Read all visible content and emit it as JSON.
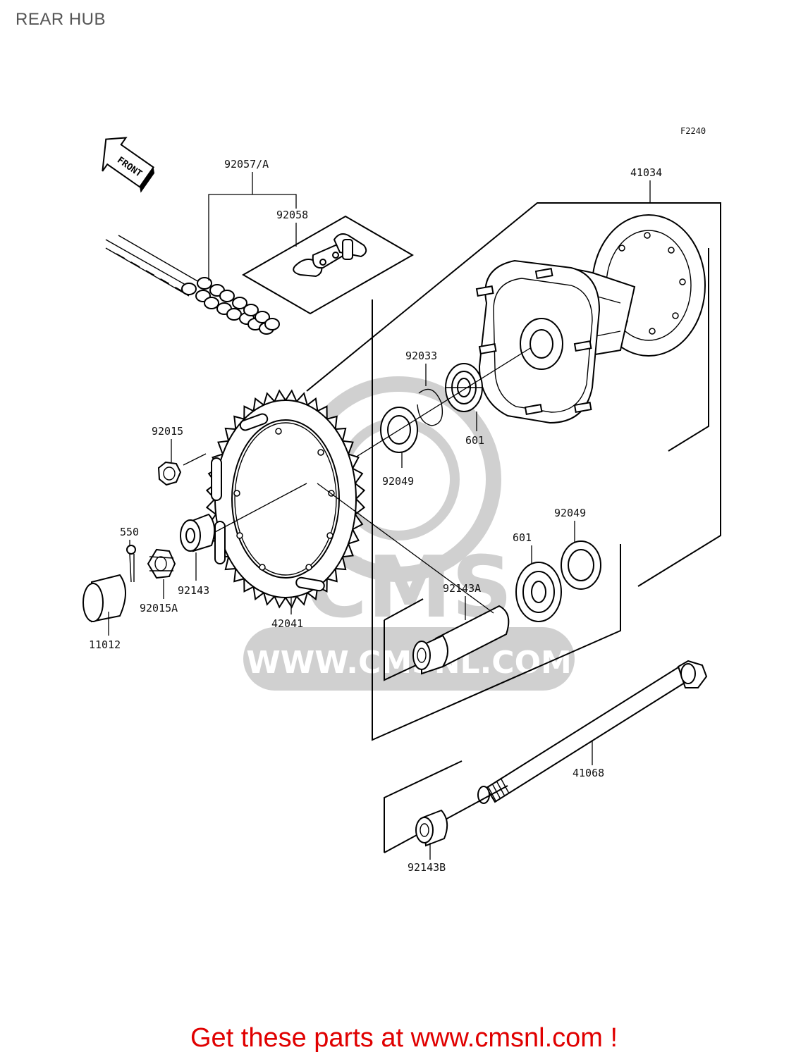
{
  "title": "REAR HUB",
  "figure_code": "F2240",
  "front_arrow_label": "FRONT",
  "parts": {
    "p92057A": "92057/A",
    "p92058": "92058",
    "p41034": "41034",
    "p92033": "92033",
    "p601_top": "601",
    "p92049_top": "92049",
    "p92015": "92015",
    "p550": "550",
    "p92015A": "92015A",
    "p92143": "92143",
    "p42041": "42041",
    "p11012": "11012",
    "p92049_bottom": "92049",
    "p601_bottom": "601",
    "p92143A": "92143A",
    "p41068": "41068",
    "p92143B": "92143B"
  },
  "watermark": {
    "brand": "CMS",
    "url": "WWW.CMSNL.COM"
  },
  "promo_text": "Get these parts at www.cmsnl.com !",
  "colors": {
    "promo": "#e00000",
    "title": "#555555",
    "lines": "#000000"
  }
}
